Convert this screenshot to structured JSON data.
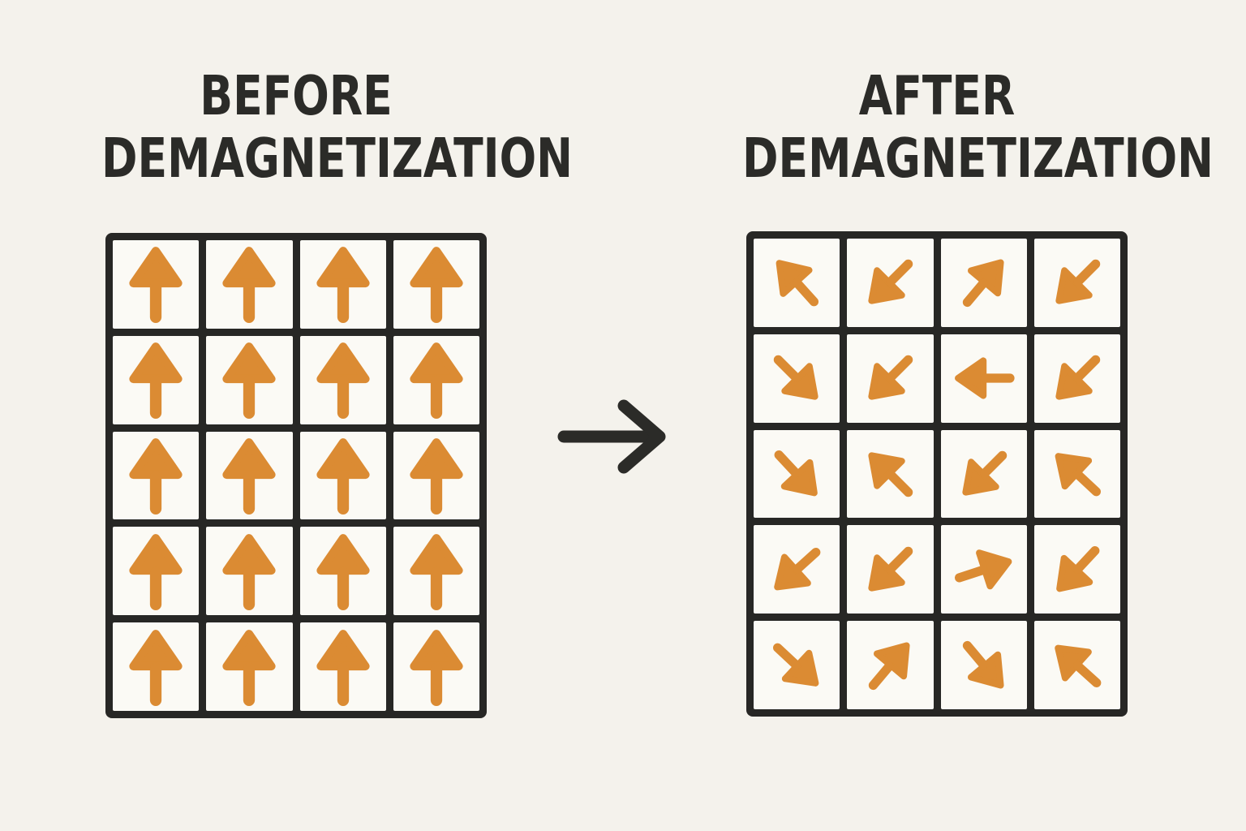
{
  "page": {
    "colors": {
      "background": "#f4f2ec",
      "cell": "#fbfaf5",
      "grid_line": "#272725",
      "ink": "#2b2b28",
      "accent": "#db8b33"
    }
  },
  "icons": {
    "transition": "right-arrow",
    "domain_arrow": "magnetic-moment-arrow"
  },
  "before": {
    "title": [
      "BEFORE",
      "DEMAGNETIZATION"
    ],
    "grid": {
      "rows": 5,
      "cols": 4,
      "angle_convention": "degrees clockwise from up",
      "directions": [
        [
          "N",
          "N",
          "N",
          "N"
        ],
        [
          "N",
          "N",
          "N",
          "N"
        ],
        [
          "N",
          "N",
          "N",
          "N"
        ],
        [
          "N",
          "N",
          "N",
          "N"
        ],
        [
          "N",
          "N",
          "N",
          "N"
        ]
      ],
      "angles_deg": [
        [
          0,
          0,
          0,
          0
        ],
        [
          0,
          0,
          0,
          0
        ],
        [
          0,
          0,
          0,
          0
        ],
        [
          0,
          0,
          0,
          0
        ],
        [
          0,
          0,
          0,
          0
        ]
      ]
    }
  },
  "after": {
    "title": [
      "AFTER",
      "DEMAGNETIZATION"
    ],
    "grid": {
      "rows": 5,
      "cols": 4,
      "angle_convention": "degrees clockwise from up",
      "directions": [
        [
          "NW",
          "SW",
          "NE",
          "SW"
        ],
        [
          "SE",
          "SW",
          "W",
          "SW"
        ],
        [
          "SE",
          "NW",
          "SW",
          "NW"
        ],
        [
          "SW",
          "SW",
          "ENE",
          "SW"
        ],
        [
          "SE",
          "NE",
          "SE",
          "NW"
        ]
      ],
      "angles_deg": [
        [
          -42,
          -135,
          40,
          -135
        ],
        [
          135,
          -135,
          -90,
          -135
        ],
        [
          137,
          -45,
          -135,
          -47
        ],
        [
          -132,
          -135,
          72,
          -137
        ],
        [
          133,
          40,
          140,
          -48
        ]
      ]
    }
  }
}
